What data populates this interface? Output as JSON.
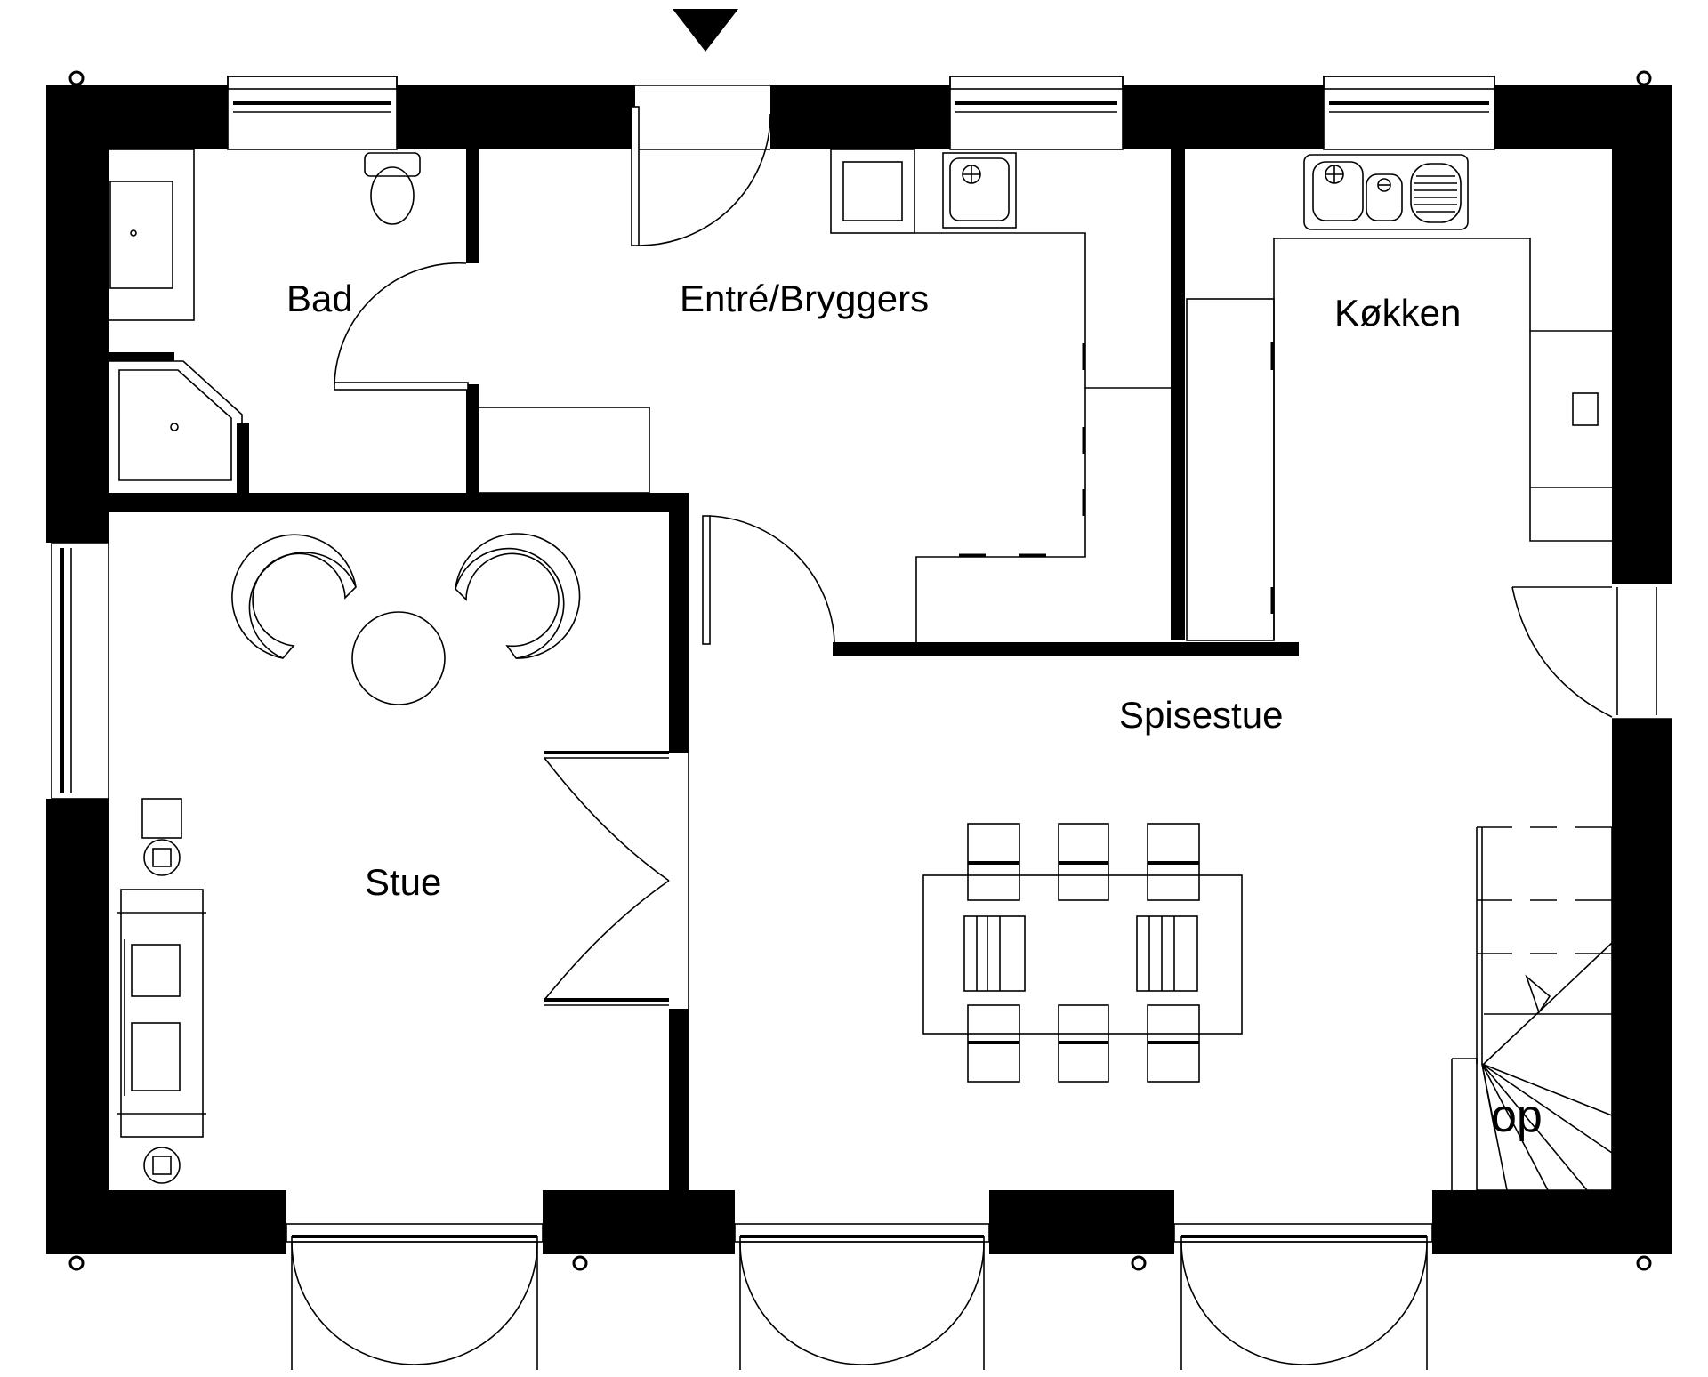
{
  "rooms": {
    "bad": "Bad",
    "entre": "Entré/Bryggers",
    "kokken": "Køkken",
    "spisestue": "Spisestue",
    "stue": "Stue",
    "op": "op"
  }
}
